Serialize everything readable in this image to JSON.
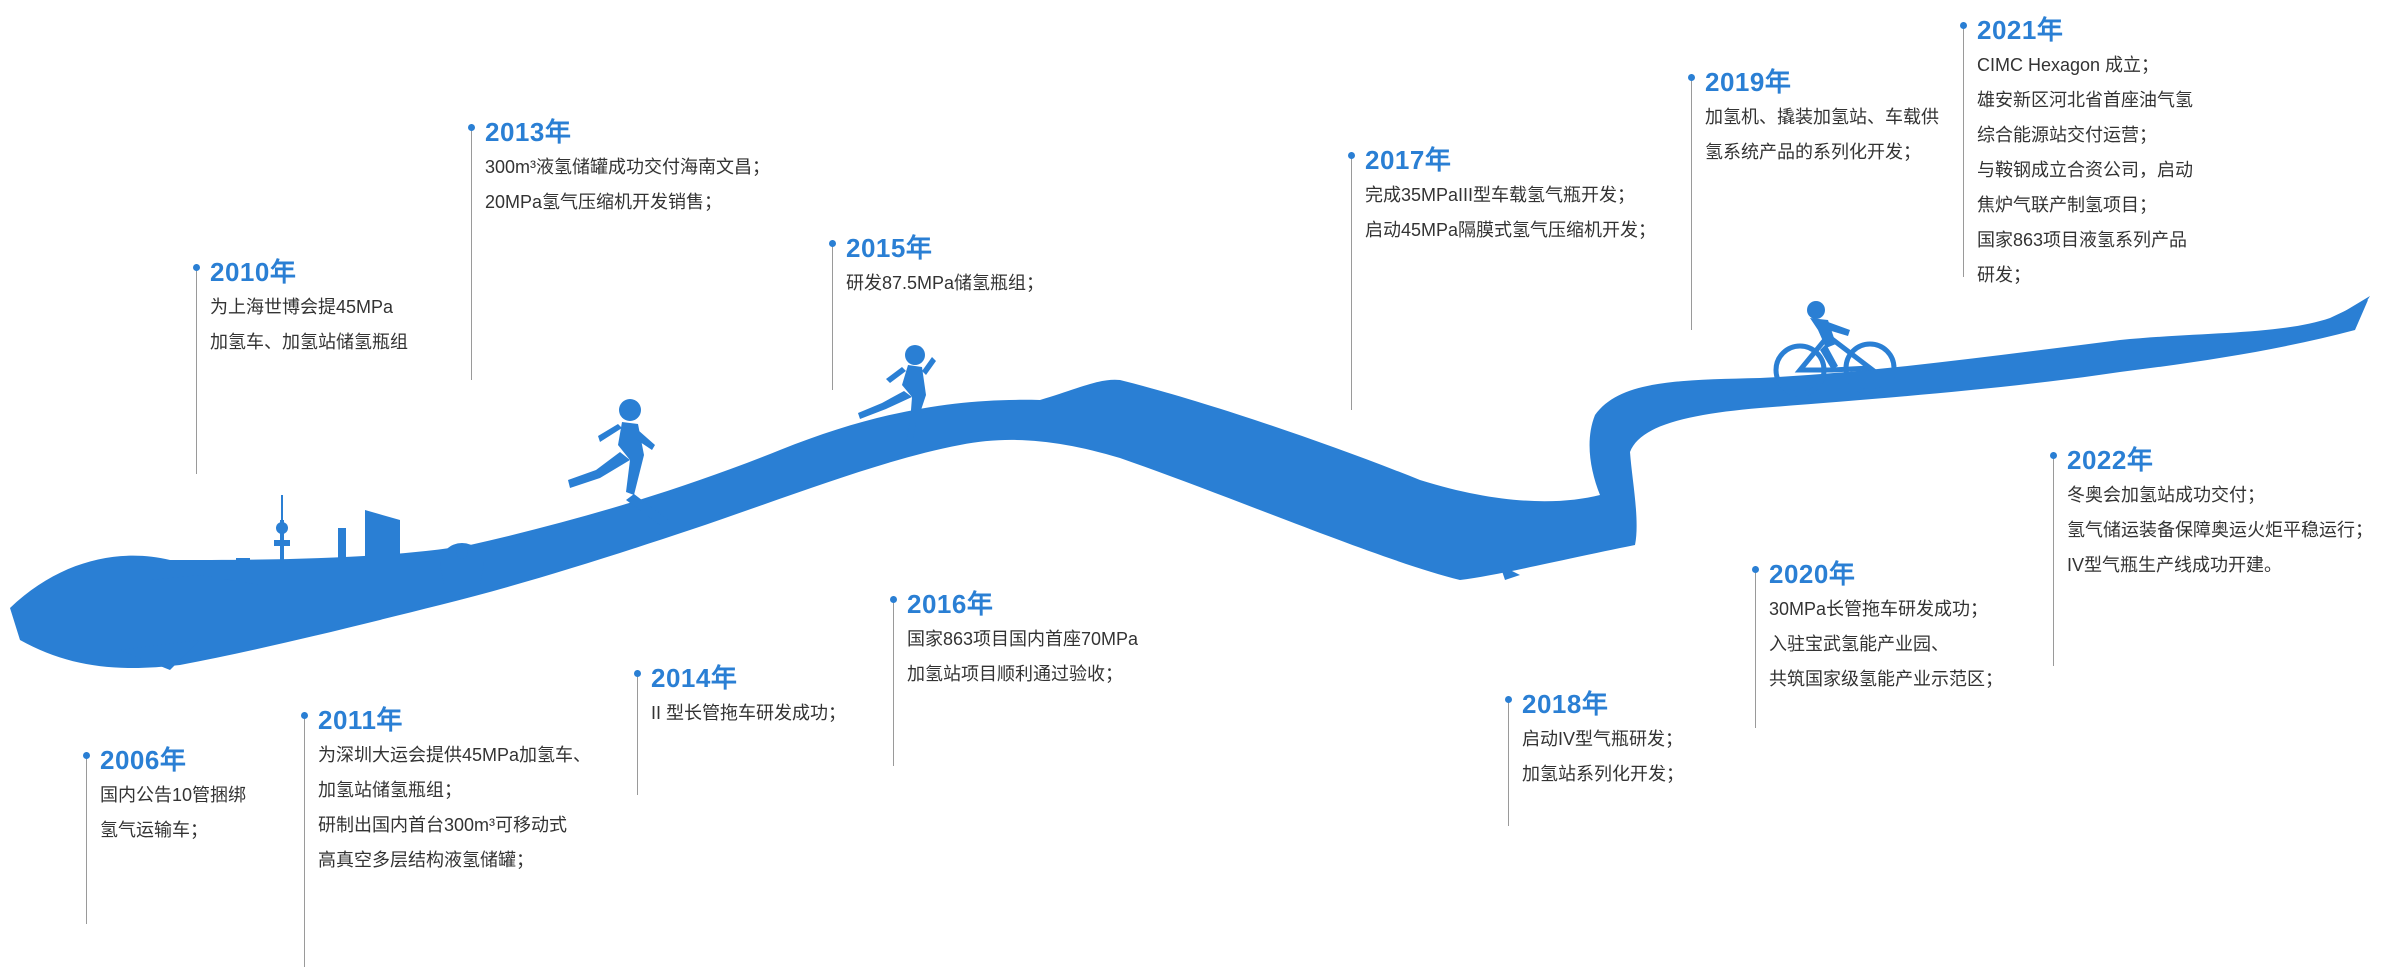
{
  "colors": {
    "accent": "#2a7fd4",
    "text": "#333333",
    "line": "#9a9a9a"
  },
  "icons": [
    "skyline-icon",
    "runner-icon",
    "runner-icon",
    "cyclist-icon"
  ],
  "events": [
    {
      "year": "2006年",
      "lines": [
        "国内公告10管捆绑",
        "氢气运输车；"
      ]
    },
    {
      "year": "2010年",
      "lines": [
        "为上海世博会提45MPa",
        "加氢车、加氢站储氢瓶组"
      ]
    },
    {
      "year": "2011年",
      "lines": [
        "为深圳大运会提供45MPa加氢车、",
        "加氢站储氢瓶组；",
        "研制出国内首台300m³可移动式",
        "高真空多层结构液氢储罐；"
      ]
    },
    {
      "year": "2013年",
      "lines": [
        "300m³液氢储罐成功交付海南文昌；",
        "20MPa氢气压缩机开发销售；"
      ]
    },
    {
      "year": "2014年",
      "lines": [
        "II 型长管拖车研发成功；"
      ]
    },
    {
      "year": "2015年",
      "lines": [
        "研发87.5MPa储氢瓶组；"
      ]
    },
    {
      "year": "2016年",
      "lines": [
        "国家863项目国内首座70MPa",
        "加氢站项目顺利通过验收；"
      ]
    },
    {
      "year": "2017年",
      "lines": [
        "完成35MPaIII型车载氢气瓶开发；",
        "启动45MPa隔膜式氢气压缩机开发；"
      ]
    },
    {
      "year": "2018年",
      "lines": [
        "启动IV型气瓶研发；",
        "加氢站系列化开发；"
      ]
    },
    {
      "year": "2019年",
      "lines": [
        "加氢机、撬装加氢站、车载供",
        "氢系统产品的系列化开发；"
      ]
    },
    {
      "year": "2020年",
      "lines": [
        "30MPa长管拖车研发成功；",
        "入驻宝武氢能产业园、",
        "共筑国家级氢能产业示范区；"
      ]
    },
    {
      "year": "2021年",
      "lines": [
        "CIMC Hexagon 成立；",
        "雄安新区河北省首座油气氢",
        "综合能源站交付运营；",
        "与鞍钢成立合资公司，启动",
        "焦炉气联产制氢项目；",
        "国家863项目液氢系列产品",
        "研发；"
      ]
    },
    {
      "year": "2022年",
      "lines": [
        "冬奥会加氢站成功交付；",
        "氢气储运装备保障奥运火炬平稳运行；",
        "IV型气瓶生产线成功开建。"
      ]
    }
  ]
}
